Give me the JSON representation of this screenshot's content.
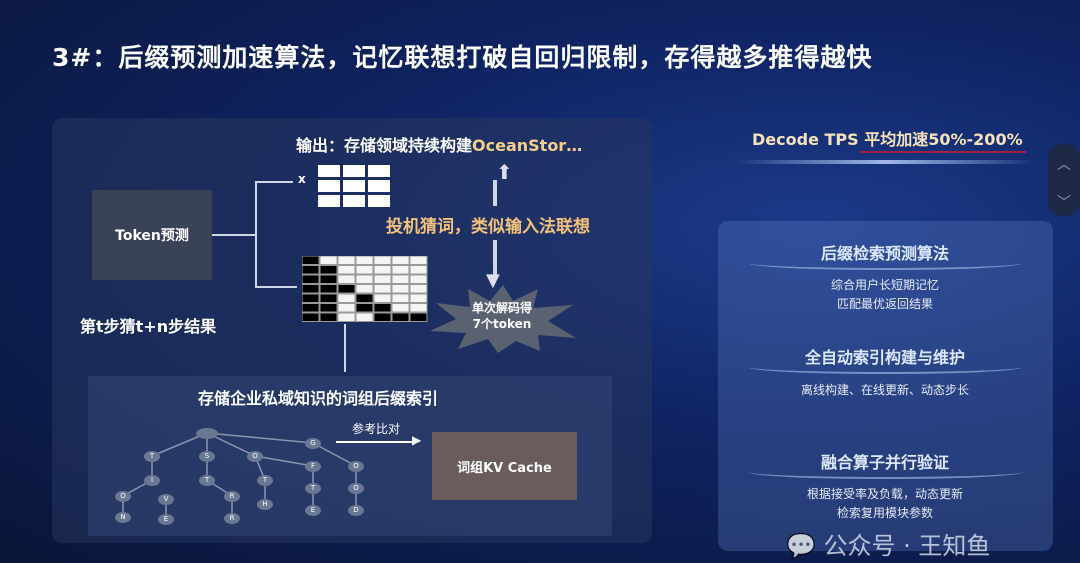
{
  "title": "3#：后缀预测加速算法，记忆联想打破自回归限制，存得越多推得越快",
  "left": {
    "token_box": "Token预测",
    "output_label": "输出：存储领域持续构建",
    "output_highlight": "OceanStor…",
    "x_label": "x",
    "guess_label": "投机猜词，类似输入法联想",
    "step_label": "第t步猜t+n步结果",
    "burst_line1": "单次解码得",
    "burst_line2": "7个token",
    "index_title": "存储企业私域知识的词组后缀索引",
    "compare_label": "参考比对",
    "kv_cache": "词组KV Cache",
    "tree_nodes": [
      "",
      "G",
      "T",
      "S",
      "O",
      "F",
      "O",
      "I",
      "T",
      "T",
      "T",
      "O",
      "O",
      "V",
      "R",
      "H",
      "N",
      "E",
      "R",
      "E",
      "D"
    ]
  },
  "right": {
    "tps_prefix": "Decode TPS",
    "tps_suffix": "平均加速50%-200%",
    "sections": [
      {
        "heading": "后缀检索预测算法",
        "lines": [
          "综合用户长短期记忆",
          "匹配最优返回结果"
        ]
      },
      {
        "heading": "全自动索引构建与维护",
        "lines": [
          "离线构建、在线更新、动态步长"
        ]
      },
      {
        "heading": "融合算子并行验证",
        "lines": [
          "根据接受率及负载，动态更新",
          "检索复用模块参数"
        ]
      }
    ]
  },
  "scroll": {
    "up": "︿",
    "down": "﹀"
  },
  "watermark": "公众号 · 王知鱼",
  "colors": {
    "accent": "#f2c27a",
    "underline": "#a02040"
  }
}
